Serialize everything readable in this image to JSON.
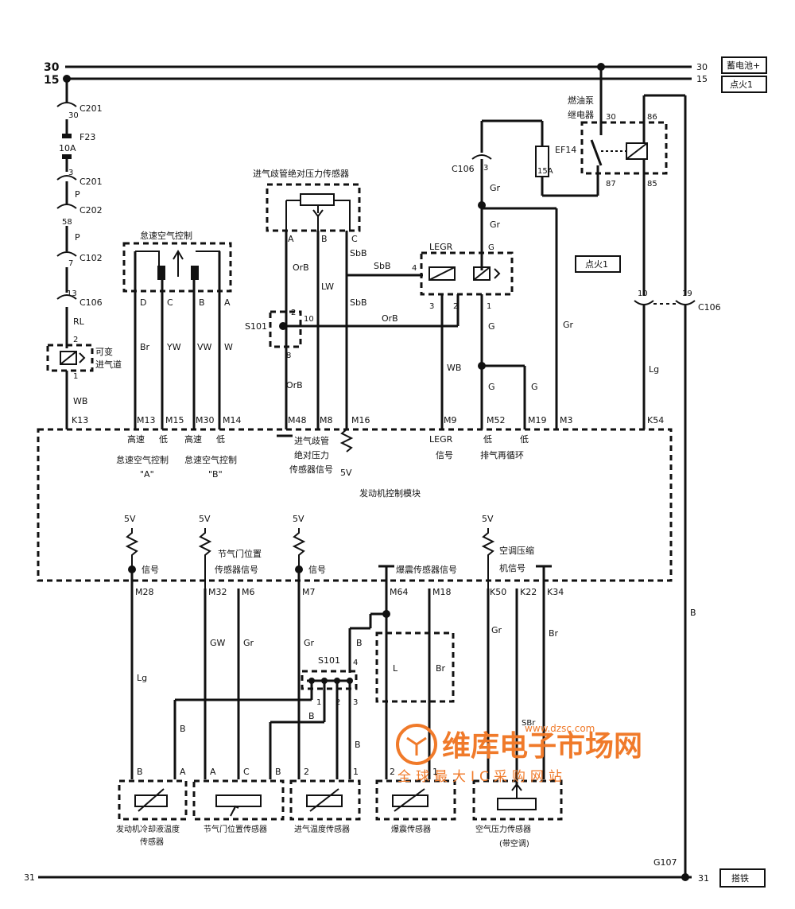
{
  "bus": {
    "b30": "30",
    "b15": "15",
    "b31": "31",
    "b30r": "30",
    "b15r": "15",
    "b31r": "31",
    "batt_label": "蓄电池+",
    "ign_label": "点火1",
    "gnd_label": "搭铁",
    "ign_mid": "点火1",
    "g107": "G107"
  },
  "left_feed": {
    "c201a_pin": "30",
    "c201a": "C201",
    "fuse": "F23",
    "fuse_rating": "10A",
    "c201b_pin": "3",
    "c201b": "C201",
    "wire_p1": "P",
    "c202_pin": "58",
    "c202": "C202",
    "wire_p2": "P",
    "c102_pin": "7",
    "c102": "C102",
    "c106_pin": "13",
    "c106": "C106",
    "wire_rl": "RL",
    "pin2": "2",
    "pin1": "1",
    "vvt_label_1": "可变",
    "vvt_label_2": "进气道",
    "wire_wb": "WB",
    "k13": "K13"
  },
  "idle": {
    "title": "怠速空气控制",
    "pins": [
      "D",
      "C",
      "B",
      "A"
    ],
    "wires": [
      "Br",
      "YW",
      "VW",
      "W"
    ],
    "ecm_pins": [
      "M13",
      "M15",
      "M30",
      "M14"
    ],
    "ecm_sig": [
      "高速",
      "低",
      "高速",
      "低"
    ],
    "ctl_a": "怠速空气控制",
    "ctl_a2": "\"A\"",
    "ctl_b": "怠速空气控制",
    "ctl_b2": "\"B\""
  },
  "map": {
    "title": "进气歧管绝对压力传感器",
    "pins": [
      "A",
      "B",
      "C"
    ],
    "wires": [
      "OrB",
      "LW",
      "SbB",
      "SbB"
    ],
    "s101": "S101",
    "s101_pins": [
      "2",
      "10",
      "8"
    ],
    "wire_orb_low": "OrB",
    "wire_orb_h": "OrB",
    "wire_sbb_h": "SbB",
    "ecm_pins": [
      "M48",
      "M8",
      "M16"
    ],
    "sig1": "进气歧管",
    "sig2": "绝对压力",
    "sig3": "传感器信号",
    "v5": "5V"
  },
  "egr": {
    "c106": "C106",
    "c106_pin": "3",
    "title": "LEGR",
    "pins": [
      "4",
      "3",
      "2",
      "1",
      "G"
    ],
    "wires": [
      "Gr",
      "Gr",
      "G",
      "G",
      "G",
      "Gr",
      "WB"
    ],
    "ecm_pins": [
      "M9",
      "M52",
      "M19",
      "M3"
    ],
    "sig_legr": "LEGR",
    "sig_legr2": "信号",
    "sig_low1": "低",
    "sig_low2": "低",
    "sig_exh": "排气再循环"
  },
  "relay": {
    "title1": "燃油泵",
    "title2": "继电器",
    "pins": [
      "30",
      "86",
      "87",
      "85"
    ],
    "fuse": "EF14",
    "fuse_rating": "15A",
    "c106_pins": [
      "10",
      "19"
    ],
    "c106": "C106",
    "wire_lg": "Lg",
    "k54": "K54",
    "wire_b": "B"
  },
  "ecm": {
    "title": "发动机控制模块"
  },
  "lower": {
    "v5": [
      "5V",
      "5V",
      "5V",
      "5V"
    ],
    "sig_labels": [
      "信号",
      "节气门位置",
      "传感器信号",
      "信号",
      "爆震传感器信号",
      "空调压缩",
      "机信号"
    ],
    "pins": [
      "M28",
      "M32",
      "M6",
      "M7",
      "M64",
      "M18",
      "K50",
      "K22",
      "K34"
    ],
    "wires": [
      "Lg",
      "GW",
      "Gr",
      "Gr",
      "B",
      "L",
      "Br",
      "Gr",
      "Br",
      "B",
      "B",
      "B"
    ],
    "s101": "S101",
    "s101_pins": [
      "4",
      "1",
      "2",
      "3"
    ],
    "sbr": "SBr",
    "sensor_pins": [
      "B",
      "A",
      "A",
      "C",
      "B",
      "2",
      "1",
      "2",
      "1"
    ],
    "sensors": [
      "发动机冷却液温度",
      "传感器",
      "节气门位置传感器",
      "进气温度传感器",
      "爆震传感器",
      "空气压力传感器",
      "(带空调)"
    ]
  },
  "watermark": {
    "big": "维库电子市场网",
    "url": "www.dzsc.com",
    "small": "全球最大IC采购网站",
    "brand_color": "#f07a2a"
  }
}
